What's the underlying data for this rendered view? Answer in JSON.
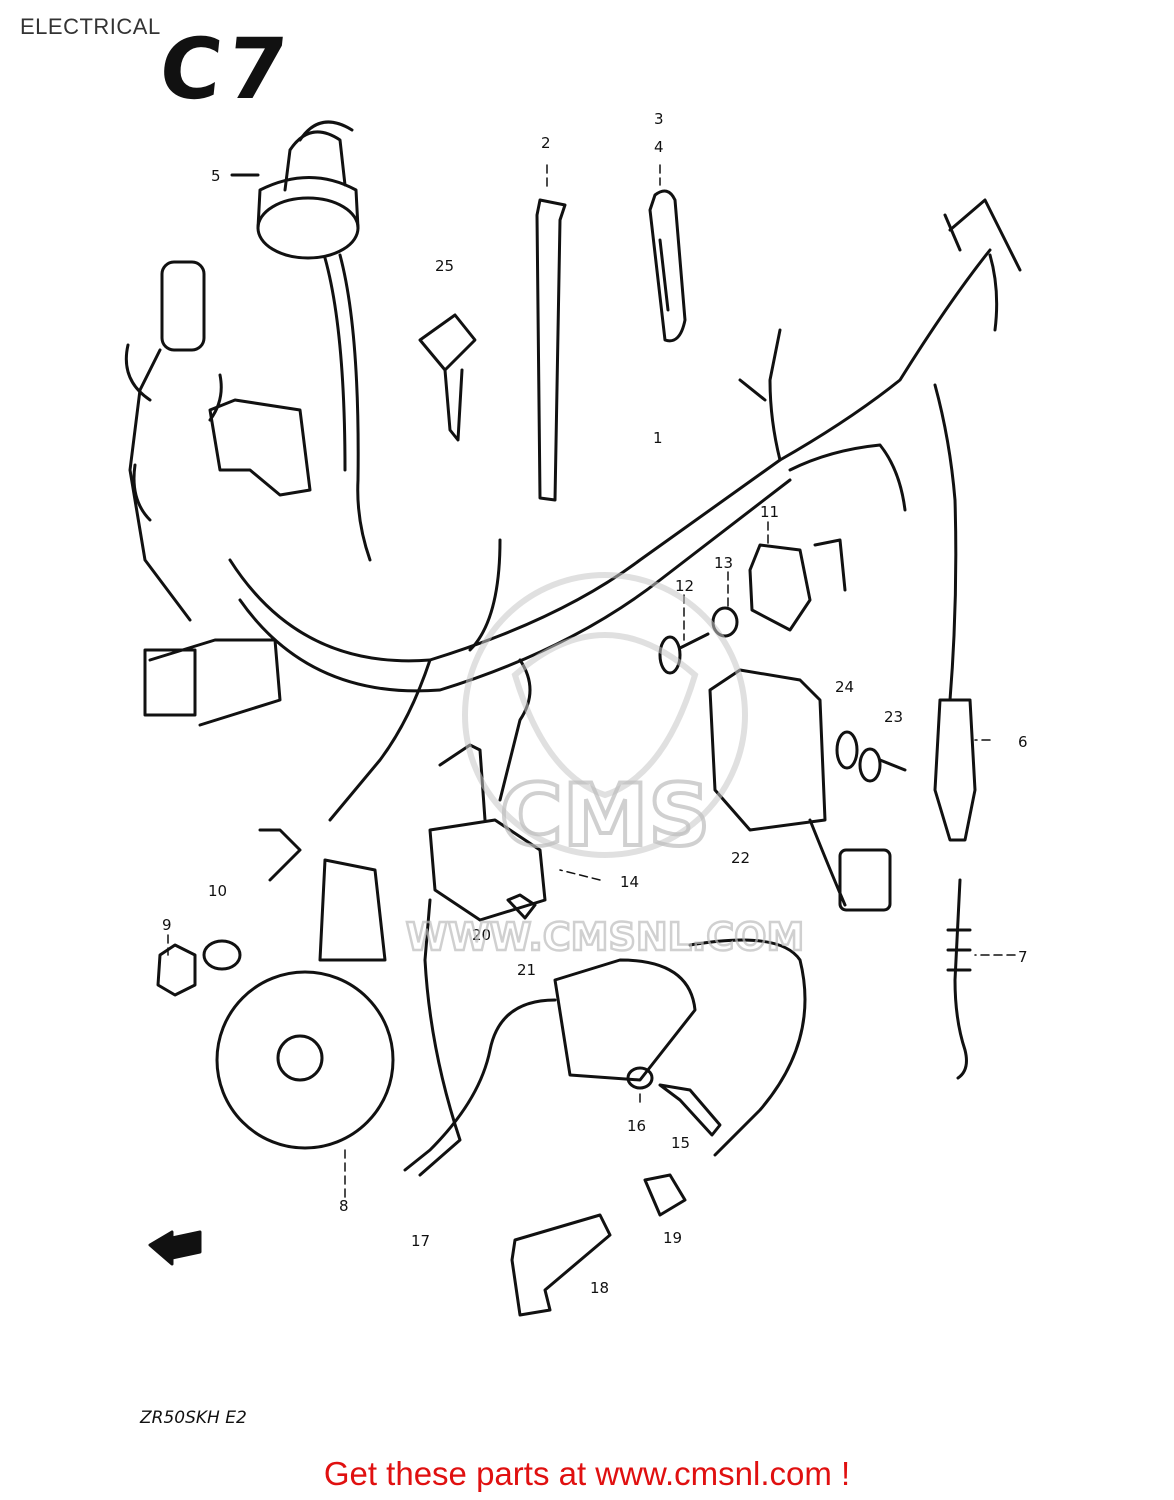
{
  "header": {
    "section": "ELECTRICAL",
    "code": "C7"
  },
  "callouts": [
    "1",
    "2",
    "3",
    "4",
    "5",
    "6",
    "7",
    "8",
    "9",
    "10",
    "11",
    "12",
    "13",
    "14",
    "15",
    "16",
    "17",
    "18",
    "19",
    "20",
    "21",
    "22",
    "23",
    "24",
    "25"
  ],
  "watermark": {
    "logo": "CMS",
    "url": "WWW.CMSNL.COM"
  },
  "model_code": "ZR50SKH E2",
  "footer": {
    "cta": "Get these parts at www.cmsnl.com !"
  },
  "colors": {
    "line": "#111111",
    "cta": "#e01010",
    "watermark": "#c8c8c8"
  }
}
